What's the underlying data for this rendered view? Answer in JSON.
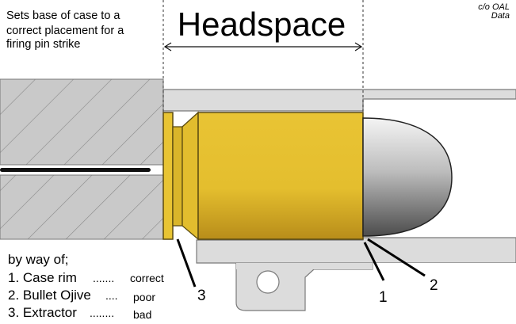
{
  "caption": {
    "line1": "Sets base of case to a",
    "line2": "correct placement for a",
    "line3": "firing pin strike"
  },
  "credit": {
    "line1": "c/o OAL",
    "line2": "Data"
  },
  "headspace_label": "Headspace",
  "callouts": {
    "one": "1",
    "two": "2",
    "three": "3"
  },
  "methods": {
    "intro": "by way of;",
    "items": [
      {
        "name": "1.  Case rim",
        "leader": ".......",
        "rating": "correct"
      },
      {
        "name": "2.  Bullet Ojive",
        "leader": "....",
        "rating": "poor"
      },
      {
        "name": "3.  Extractor",
        "leader": "........",
        "rating": "bad"
      }
    ]
  },
  "colors": {
    "brass": "#e7c232",
    "brass_dark": "#c29a1c",
    "steel": "#dcdcdc",
    "steel_edge": "#7a7a7a",
    "bullet_light": "#eeeeee",
    "bullet_dark": "#555555"
  }
}
